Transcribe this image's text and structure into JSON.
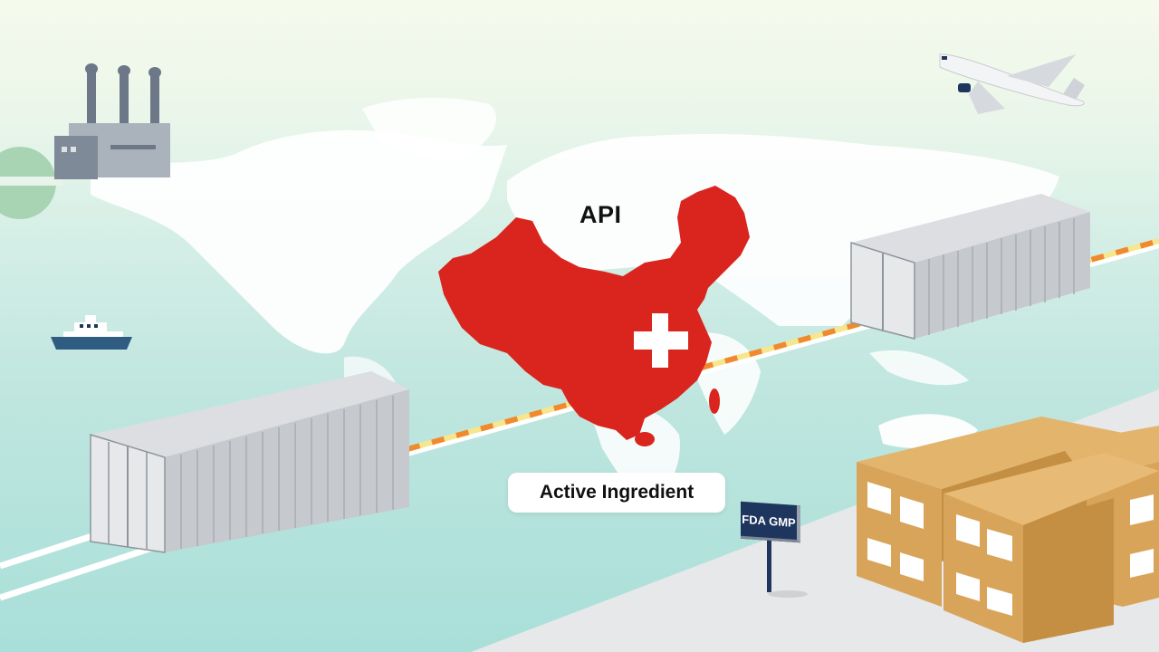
{
  "scene": {
    "title": "Pharmaceutical API supply chain illustration",
    "labels": {
      "api": "API",
      "active_ingredient": "Active Ingredient",
      "fda_sign": "FDA GMP"
    },
    "elements": {
      "factory": "factory-icon",
      "airplane": "airplane-icon",
      "ship": "ship-icon",
      "map_highlight": "china-map",
      "medical_cross": "medical-cross-icon",
      "container_left": "shipping-container",
      "container_right": "shipping-container",
      "crates": "cardboard-crates",
      "sign": "signpost"
    },
    "colors": {
      "sky_top": "#f5faec",
      "sea": "#a9dfd9",
      "land_map": "#ffffff",
      "china_red": "#d9251d",
      "route_orange": "#f08a2e",
      "route_yellow": "#f7e68c",
      "container_grey": "#c9ccd0",
      "crate_tan": "#d8a45a",
      "sign_navy": "#1e355e",
      "ground": "#e7e8e9"
    }
  }
}
